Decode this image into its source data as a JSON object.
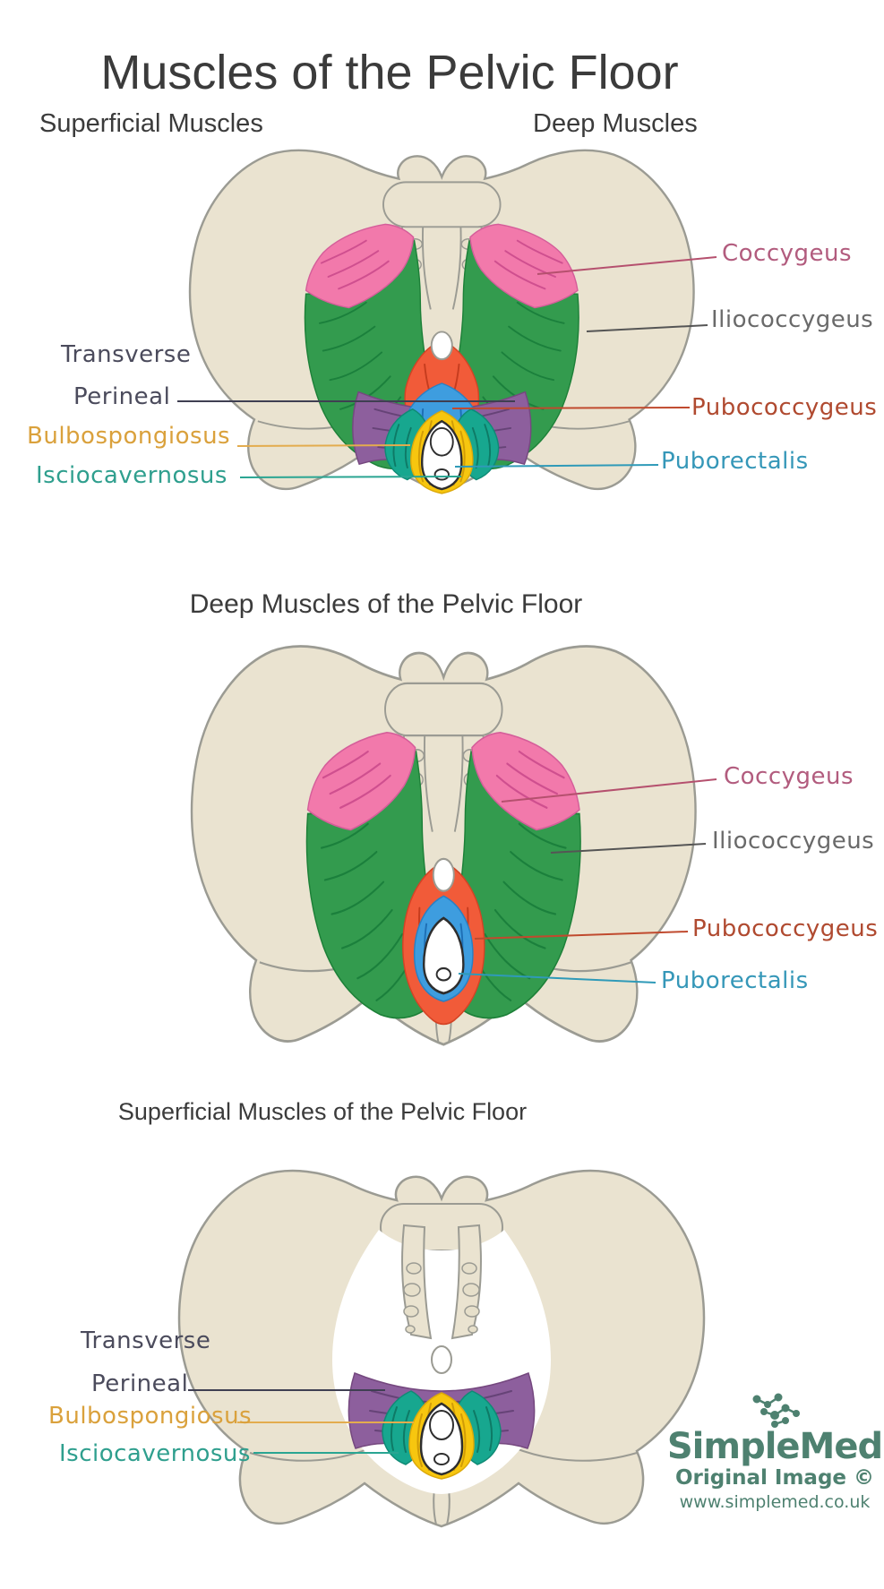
{
  "title": "Muscles of the Pelvic Floor",
  "section_combined": {
    "left_heading": "Superficial Muscles",
    "right_heading": "Deep Muscles"
  },
  "section_deep": {
    "heading": "Deep Muscles of the Pelvic Floor"
  },
  "section_superficial": {
    "heading": "Superficial Muscles of the Pelvic Floor"
  },
  "labels": {
    "transverse_1": "Transverse",
    "transverse_2": "Perineal",
    "bulbospongiosus": "Bulbospongiosus",
    "isciocavernosus": "Isciocavernosus",
    "coccygeus": "Coccygeus",
    "iliococcygeus": "Iliococcygeus",
    "pubococcygeus": "Pubococcygeus",
    "puborectalis": "Puborectalis"
  },
  "branding": {
    "name": "SimpleMed",
    "tagline": "Original Image ©",
    "website": "www.simplemed.co.uk"
  },
  "colors": {
    "bone": "#eae3d0",
    "bone_line": "#9b9b93",
    "bone_detail": "#e6dfca",
    "coccygeus": "#f279ab",
    "iliococcygeus": "#339b4e",
    "pubococcygeus": "#f15b39",
    "puborectalis": "#3e9ddf",
    "transverse_perineal": "#8d5f9d",
    "bulbospongiosus": "#f7c60f",
    "isciocavernosus": "#17a78f",
    "heading": "#3b3b3b",
    "label_coccygeus": "#b25c7e",
    "label_iliococcygeus": "#6a6a6a",
    "label_pubococcygeus": "#b04a30",
    "label_puborectalis": "#3597b8",
    "label_transverse": "#4b4b5c",
    "label_bulbospongiosus": "#daa13c",
    "label_isciocavernosus": "#2f9f8e",
    "line_coccygeus": "#b5506e",
    "line_iliococcygeus": "#555555",
    "line_pubococcygeus": "#c04a2e",
    "line_puborectalis": "#2f9ab8",
    "line_perineal": "#3f3f52",
    "line_bulbospongiosus": "#e3ac4e",
    "line_isciocavernosus": "#2aa592",
    "brand": "#4e8170"
  }
}
